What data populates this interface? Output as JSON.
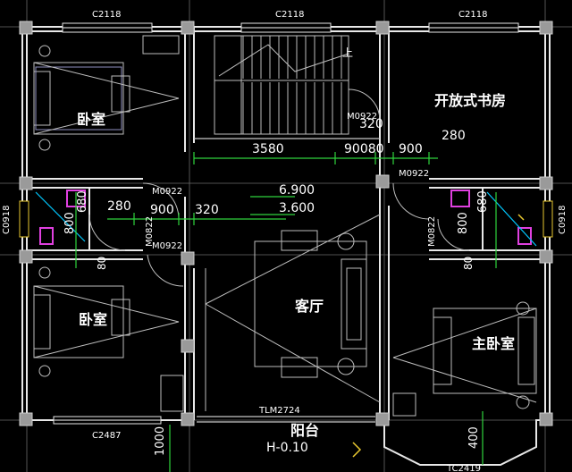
{
  "rooms": {
    "bedroom_top": "卧室",
    "bedroom_left": "卧室",
    "study": "开放式书房",
    "living": "客厅",
    "master": "主卧室",
    "balcony": "阳台"
  },
  "windows": {
    "top_left": "C2118",
    "top_mid": "C2118",
    "top_right": "C2118",
    "bottom_left": "C2487",
    "left_side": "C0918",
    "right_side": "C0918",
    "sliding_door": "TLM2724",
    "bay_window": "TC2419"
  },
  "doors": {
    "stair_door": "M0922",
    "bath_left_top": "M0922",
    "bath_left_side": "M0822",
    "bath_left_bottom": "M0922",
    "bath_right_top": "M0922",
    "bath_right_side": "M0822"
  },
  "dimensions": {
    "d3580": "3580",
    "d90080": "90080",
    "d900a": "900",
    "d320a": "320",
    "d280a": "280",
    "d6900": "6.900",
    "d3600": "3.600",
    "d280b": "280",
    "d900b": "900",
    "d320b": "320",
    "d800l": "800",
    "d680l": "680",
    "d80l": "80",
    "d800r": "800",
    "d680r": "680",
    "d80r": "80",
    "d1000": "1000",
    "d400": "400"
  },
  "levels": {
    "balcony_level": "H-0.10"
  },
  "stairs": {
    "up_mark": "上"
  }
}
